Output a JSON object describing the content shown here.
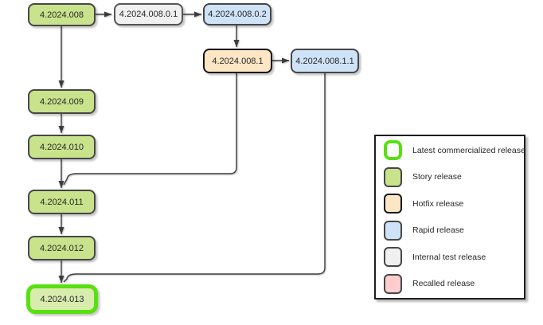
{
  "diagram": {
    "nodes": [
      {
        "label": "4.2024.008",
        "type": "story"
      },
      {
        "label": "4.2024.008.0.1",
        "type": "internal-test"
      },
      {
        "label": "4.2024.008.0.2",
        "type": "rapid"
      },
      {
        "label": "4.2024.008.1",
        "type": "hotfix"
      },
      {
        "label": "4.2024.008.1.1",
        "type": "rapid"
      },
      {
        "label": "4.2024.009",
        "type": "story"
      },
      {
        "label": "4.2024.010",
        "type": "story"
      },
      {
        "label": "4.2024.011",
        "type": "story"
      },
      {
        "label": "4.2024.012",
        "type": "story"
      },
      {
        "label": "4.2024.013",
        "type": "story",
        "latest_commercialized": true
      }
    ],
    "edges": [
      {
        "from": "4.2024.008",
        "to": "4.2024.008.0.1"
      },
      {
        "from": "4.2024.008.0.1",
        "to": "4.2024.008.0.2"
      },
      {
        "from": "4.2024.008.0.2",
        "to": "4.2024.008.1"
      },
      {
        "from": "4.2024.008.1",
        "to": "4.2024.008.1.1"
      },
      {
        "from": "4.2024.008",
        "to": "4.2024.009"
      },
      {
        "from": "4.2024.009",
        "to": "4.2024.010"
      },
      {
        "from": "4.2024.010",
        "to": "4.2024.011"
      },
      {
        "from": "4.2024.008.1",
        "to": "4.2024.011"
      },
      {
        "from": "4.2024.011",
        "to": "4.2024.012"
      },
      {
        "from": "4.2024.012",
        "to": "4.2024.013"
      },
      {
        "from": "4.2024.008.1.1",
        "to": "4.2024.013"
      }
    ]
  },
  "legend": {
    "items": [
      {
        "label": "Latest commercialized release",
        "fill": "#ffffff",
        "border": "#58e010"
      },
      {
        "label": "Story release",
        "fill": "#c9e38c",
        "border": "#474747"
      },
      {
        "label": "Hotfix release",
        "fill": "#fde6c4",
        "border": "#161616"
      },
      {
        "label": "Rapid release",
        "fill": "#cfe3f8",
        "border": "#474747"
      },
      {
        "label": "Internal test release",
        "fill": "#f0f0f0",
        "border": "#474747"
      },
      {
        "label": "Recalled release",
        "fill": "#ffcdcd",
        "border": "#474747"
      }
    ]
  },
  "colors": {
    "edge": "#3d3d3d",
    "latest_highlight": "#58e010",
    "node_text": "#262626",
    "background": "#ffffff"
  }
}
